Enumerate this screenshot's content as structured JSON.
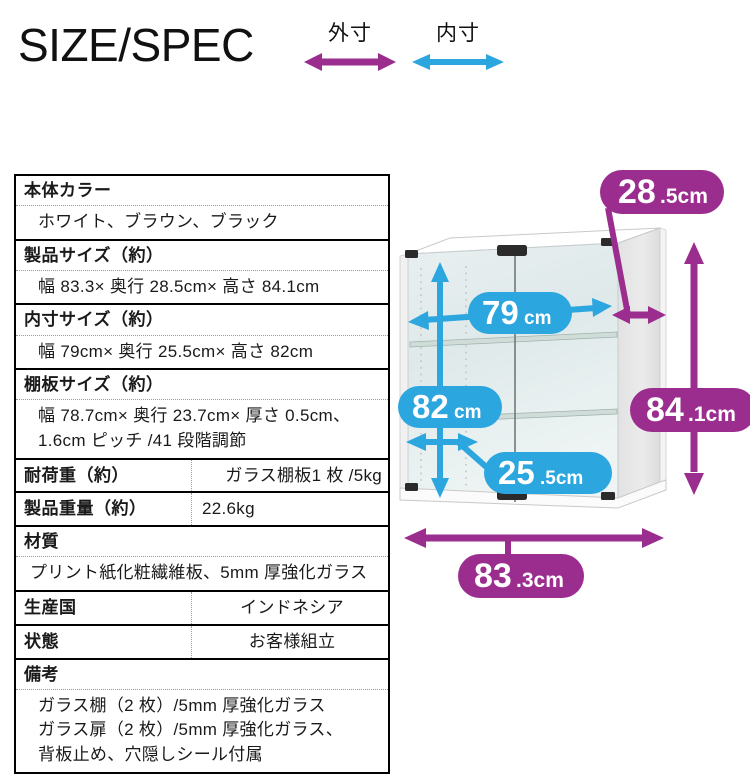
{
  "header": {
    "title": "SIZE/SPEC",
    "legend": [
      {
        "label": "外寸",
        "arrow_icon": "double-arrow-horizontal",
        "color": "#9B2D8F"
      },
      {
        "label": "内寸",
        "arrow_icon": "double-arrow-horizontal",
        "color": "#2BA6DE"
      }
    ]
  },
  "colors": {
    "outer_purple": "#9B2D8F",
    "inner_blue": "#2BA6DE",
    "table_border": "#000000",
    "dotted_rule": "#9A9A9A",
    "text": "#1A1A1A"
  },
  "spec_table": {
    "rows": [
      {
        "type": "stacked",
        "head": "本体カラー",
        "values": [
          "ホワイト、ブラウン、ブラック"
        ]
      },
      {
        "type": "stacked",
        "head": "製品サイズ（約）",
        "values": [
          "幅 83.3× 奥行 28.5cm× 高さ 84.1cm"
        ]
      },
      {
        "type": "stacked",
        "head": "内寸サイズ（約）",
        "values": [
          "幅 79cm× 奥行 25.5cm× 高さ 82cm"
        ]
      },
      {
        "type": "stacked",
        "head": "棚板サイズ（約）",
        "values": [
          "幅 78.7cm× 奥行 23.7cm× 厚さ 0.5cm、",
          "1.6cm ピッチ /41 段階調節"
        ]
      },
      {
        "type": "two-col",
        "head": "耐荷重（約）",
        "value": "ガラス棚板1 枚 /5kg",
        "align": "right"
      },
      {
        "type": "two-col",
        "head": "製品重量（約）",
        "value": "22.6kg",
        "align": "left"
      },
      {
        "type": "stacked",
        "head": "材質",
        "values": [
          "プリント紙化粧繊維板、5mm 厚強化ガラス"
        ]
      },
      {
        "type": "two-col",
        "head": "生産国",
        "value": "インドネシア",
        "align": "center"
      },
      {
        "type": "two-col",
        "head": "状態",
        "value": "お客様組立",
        "align": "center"
      },
      {
        "type": "stacked",
        "head": "備考",
        "values": [
          "ガラス棚（2 枚）/5mm 厚強化ガラス",
          "ガラス扉（2 枚）/5mm 厚強化ガラス、",
          "背板止め、穴隠しシール付属"
        ]
      }
    ]
  },
  "diagram": {
    "product": "glass-display-cabinet",
    "badges": [
      {
        "id": "depth-outer",
        "whole": "28",
        "frac": ".5cm",
        "kind": "outer",
        "value_cm": 28.5
      },
      {
        "id": "width-inner",
        "whole": "79",
        "frac": "cm",
        "kind": "inner",
        "value_cm": 79
      },
      {
        "id": "height-inner",
        "whole": "82",
        "frac": "cm",
        "kind": "inner",
        "value_cm": 82
      },
      {
        "id": "depth-inner",
        "whole": "25",
        "frac": ".5cm",
        "kind": "inner",
        "value_cm": 25.5
      },
      {
        "id": "height-outer",
        "whole": "84",
        "frac": ".1cm",
        "kind": "outer",
        "value_cm": 84.1
      },
      {
        "id": "width-outer",
        "whole": "83",
        "frac": ".3cm",
        "kind": "outer",
        "value_cm": 83.3
      }
    ]
  }
}
